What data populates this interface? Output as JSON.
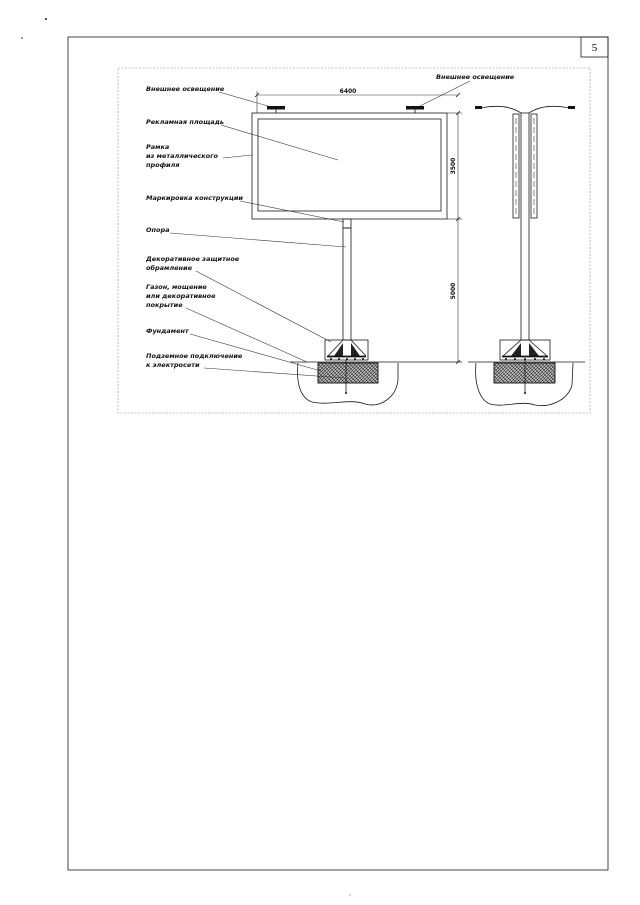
{
  "page": {
    "number": "5"
  },
  "drawing": {
    "dimensions": {
      "width": "6400",
      "panel_height": "3500",
      "pole_height": "5000"
    },
    "labels": {
      "lighting_left": "Внешнее освещение",
      "lighting_right": "Внешнее освещение",
      "ad_area": "Рекламная площадь",
      "frame": [
        "Рамка",
        "из металлического",
        "профиля"
      ],
      "marking": "Маркировка конструкции",
      "support": "Опора",
      "decorative": [
        "Декоративное защитное",
        "обрамление"
      ],
      "lawn": [
        "Газон, мощение",
        "или декоративное",
        "покрытие"
      ],
      "foundation": "Фундамент",
      "connection": [
        "Подземное подключение",
        "к электросети"
      ]
    }
  }
}
